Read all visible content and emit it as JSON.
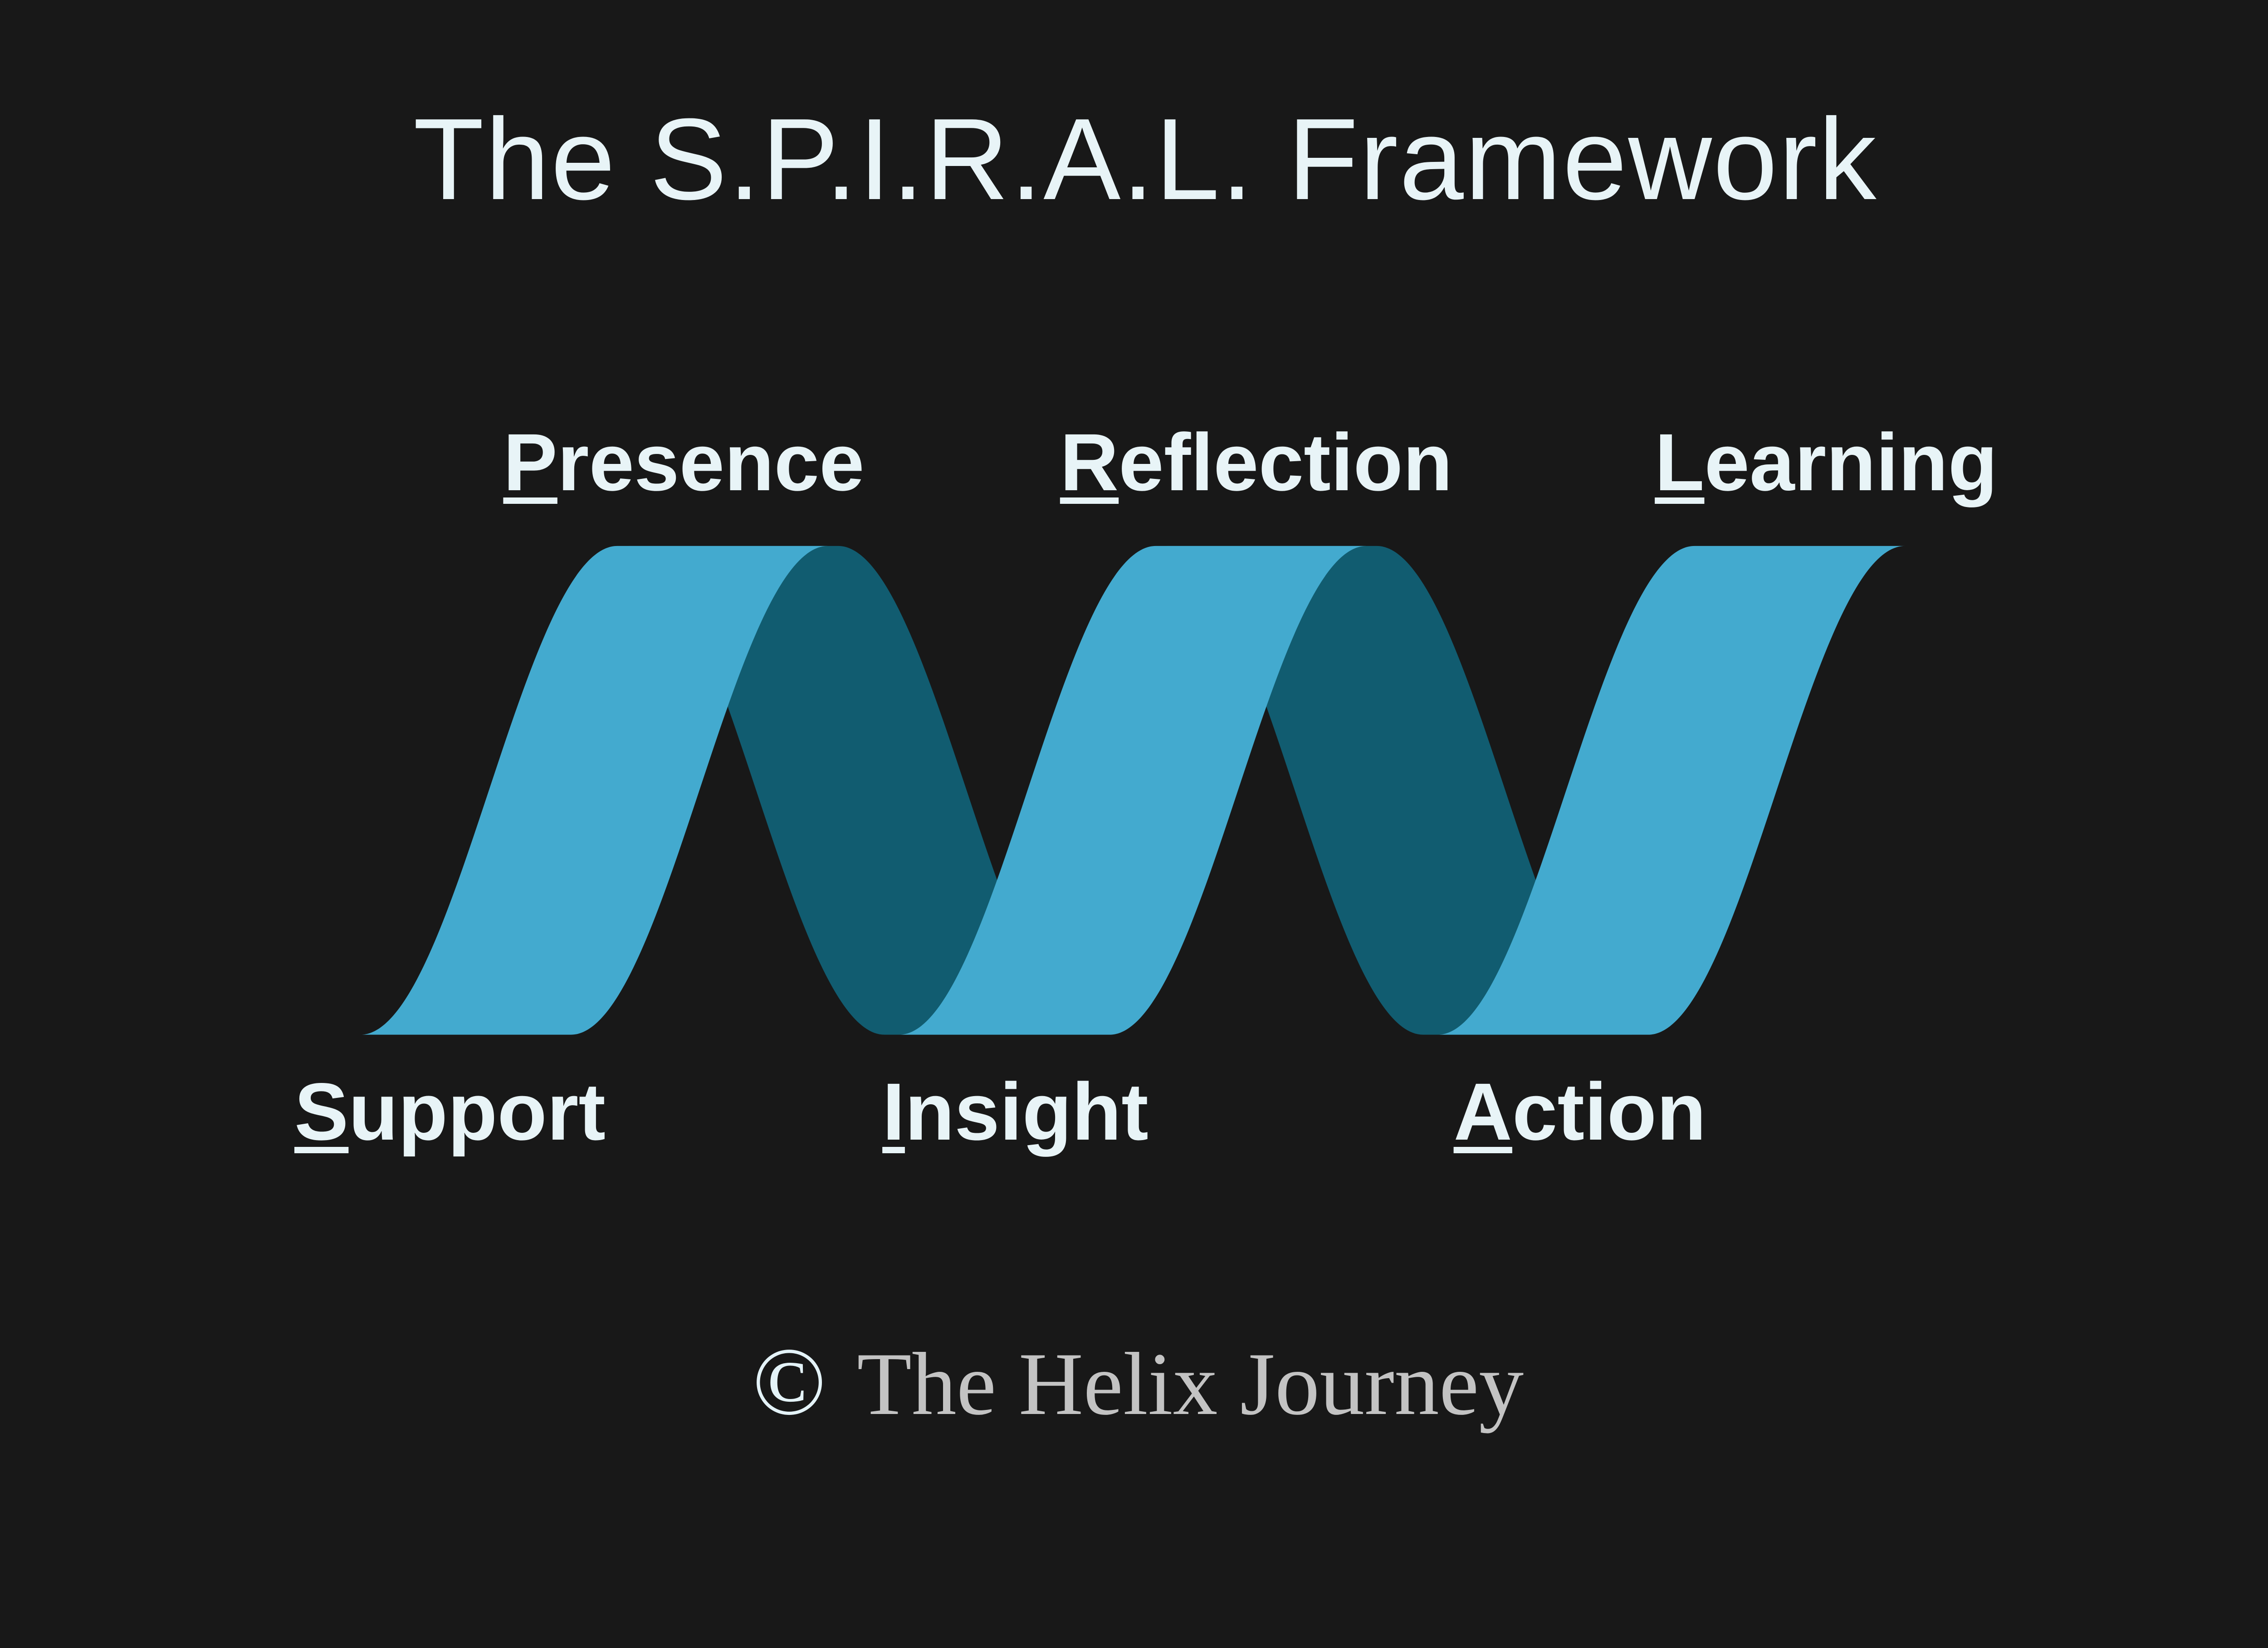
{
  "title": "The S.P.I.R.A.L. Framework",
  "labels": {
    "top": [
      {
        "initial": "P",
        "rest": "resence"
      },
      {
        "initial": "R",
        "rest": "eflection"
      },
      {
        "initial": "L",
        "rest": "earning"
      }
    ],
    "bottom": [
      {
        "initial": "S",
        "rest": "upport"
      },
      {
        "initial": "I",
        "rest": "nsight"
      },
      {
        "initial": "A",
        "rest": "ction"
      }
    ]
  },
  "footer": {
    "copyright_symbol": "©",
    "text": "The Helix Journey"
  },
  "colors": {
    "background": "#181818",
    "ribbon_front": "#43AACF",
    "ribbon_back": "#115C70",
    "heading_text": "#E8F4F7",
    "footer_text": "#C3C3C3",
    "copyright_symbol": "#E4F3F8"
  }
}
